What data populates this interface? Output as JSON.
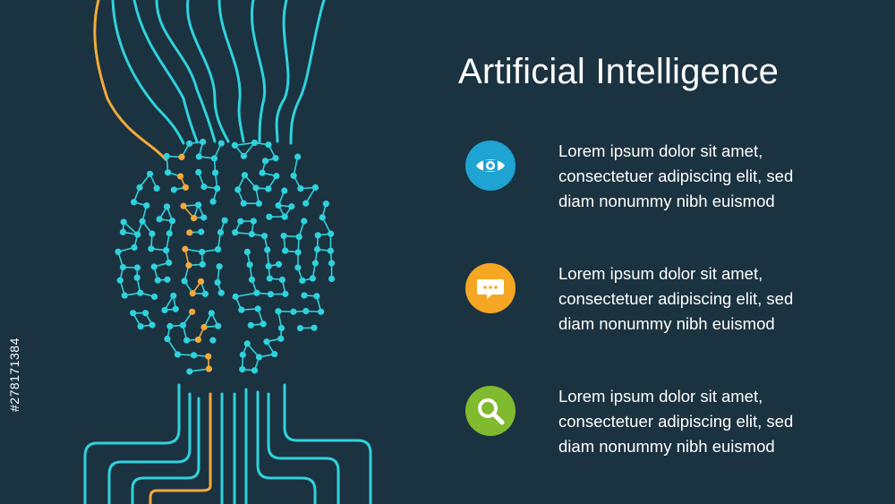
{
  "title": "Artificial Intelligence",
  "side_id": "#278171384",
  "colors": {
    "background": "#1b3240",
    "cyan": "#2fd2dc",
    "orange": "#f2a93b",
    "blue_icon": "#1ea3d3",
    "orange_icon": "#f5a623",
    "green_icon": "#7fba2f"
  },
  "items": [
    {
      "icon": "eye-icon",
      "lines": [
        "Lorem ipsum dolor sit amet,",
        "consectetuer adipiscing elit, sed",
        "diam nonummy nibh euismod"
      ]
    },
    {
      "icon": "chat-bubble-icon",
      "lines": [
        "Lorem ipsum dolor sit amet,",
        "consectetuer adipiscing elit, sed",
        "diam nonummy nibh euismod"
      ]
    },
    {
      "icon": "magnifier-icon",
      "lines": [
        "Lorem ipsum dolor sit amet,",
        "consectetuer adipiscing elit, sed",
        "diam nonummy nibh euismod"
      ]
    }
  ]
}
